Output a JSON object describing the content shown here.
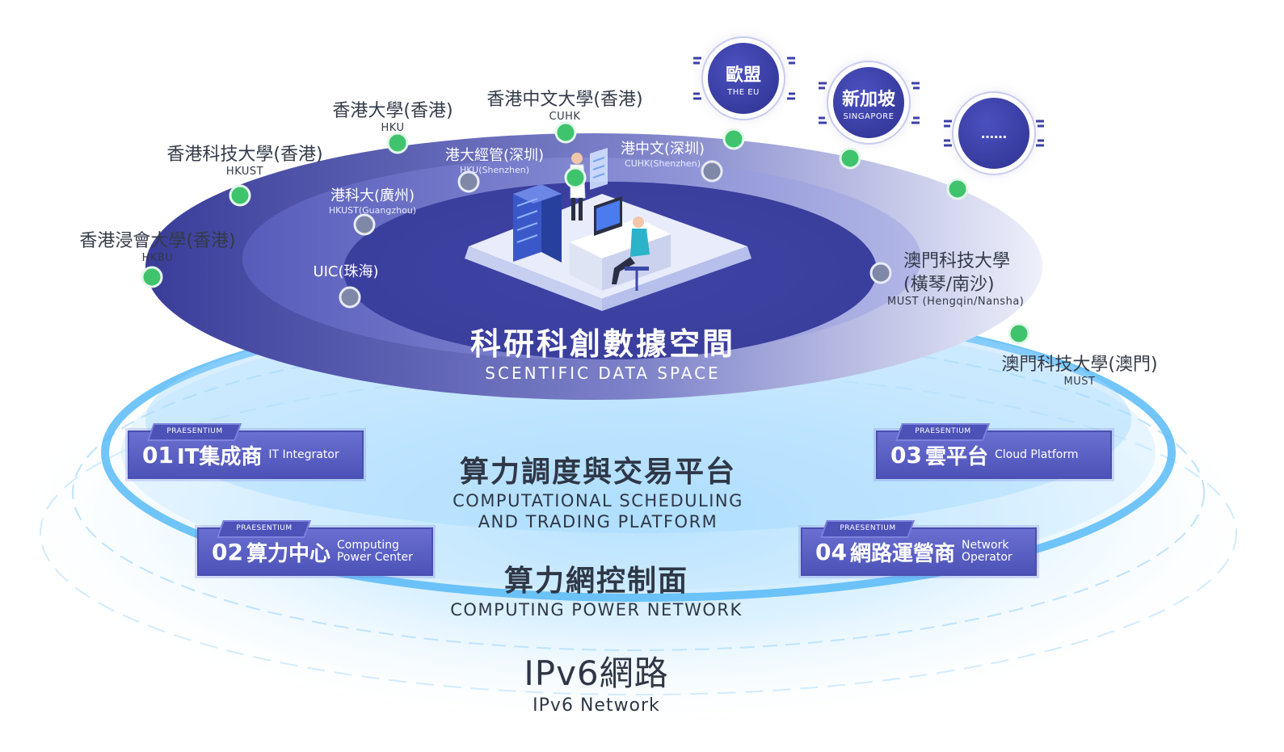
{
  "title": {
    "cn": "科研科創數據空間",
    "en": "SCENTIFIC DATA SPACE"
  },
  "platform": {
    "cn": "算力調度與交易平台",
    "en_line1": "COMPUTATIONAL SCHEDULING",
    "en_line2": "AND TRADING PLATFORM"
  },
  "network": {
    "cn": "算力網控制面",
    "en": "COMPUTING POWER NETWORK"
  },
  "ipv6": {
    "cn": "IPv6網路",
    "en": "IPv6 Network"
  },
  "outer_nodes": [
    {
      "cn": "香港浸會大學(香港)",
      "en": "HKBU"
    },
    {
      "cn": "香港科技大學(香港)",
      "en": "HKUST"
    },
    {
      "cn": "香港大學(香港)",
      "en": "HKU"
    },
    {
      "cn": "香港中文大學(香港)",
      "en": "CUHK"
    },
    {
      "cn": "澳門科技大學",
      "cn2": "(橫琴/南沙)",
      "en": "MUST (Hengqin/Nansha)"
    },
    {
      "cn": "澳門科技大學(澳門)",
      "en": "MUST"
    }
  ],
  "inner_nodes": [
    {
      "cn": "港大經管(深圳)",
      "en": "HKU(Shenzhen)"
    },
    {
      "cn": "港中文(深圳)",
      "en": "CUHK(Shenzhen)"
    },
    {
      "cn": "港科大(廣州)",
      "en": "HKUST(Guangzhou)"
    },
    {
      "cn": "UIC(珠海)",
      "en": ""
    }
  ],
  "regions": [
    {
      "cn": "歐盟",
      "en": "THE EU"
    },
    {
      "cn": "新加坡",
      "en": "SINGAPORE"
    },
    {
      "cn": "……",
      "en": ""
    }
  ],
  "badges": [
    {
      "tag": "PRAESENTIUM",
      "num": "01",
      "cn": "IT集成商",
      "en1": "IT Integrator",
      "en2": ""
    },
    {
      "tag": "PRAESENTIUM",
      "num": "02",
      "cn": "算力中心",
      "en1": "Computing",
      "en2": "Power Center"
    },
    {
      "tag": "PRAESENTIUM",
      "num": "03",
      "cn": "雲平台",
      "en1": "Cloud Platform",
      "en2": ""
    },
    {
      "tag": "PRAESENTIUM",
      "num": "04",
      "cn": "網路運營商",
      "en1": "Network",
      "en2": "Operator"
    }
  ],
  "colors": {
    "primary": "#3d41a8",
    "node_green": "#3fc46d",
    "node_grey": "#7e86a8",
    "ring_blue": "#4fb6f6"
  }
}
